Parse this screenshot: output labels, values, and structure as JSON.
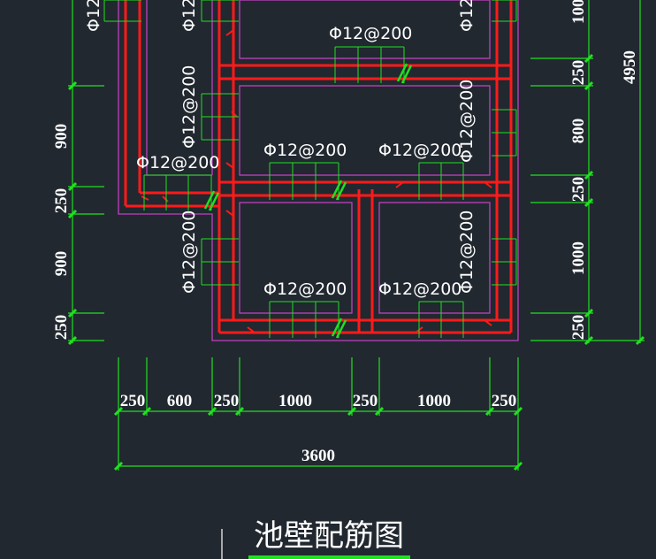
{
  "drawing": {
    "title": "池壁配筋图",
    "rebar_label": "Φ12@200",
    "colors": {
      "background": "#212830",
      "rebar": "#ff1a1a",
      "wall_outline": "#c040c0",
      "dimension": "#20e020",
      "text": "#ffffff"
    },
    "bottom_dimensions": [
      "250",
      "600",
      "250",
      "1000",
      "250",
      "1000",
      "250"
    ],
    "total_width": "3600",
    "left_dimensions": [
      "900",
      "250",
      "900",
      "250"
    ],
    "right_dimensions": [
      "1000",
      "250",
      "800",
      "250",
      "1000",
      "250"
    ],
    "total_height": "4950"
  }
}
